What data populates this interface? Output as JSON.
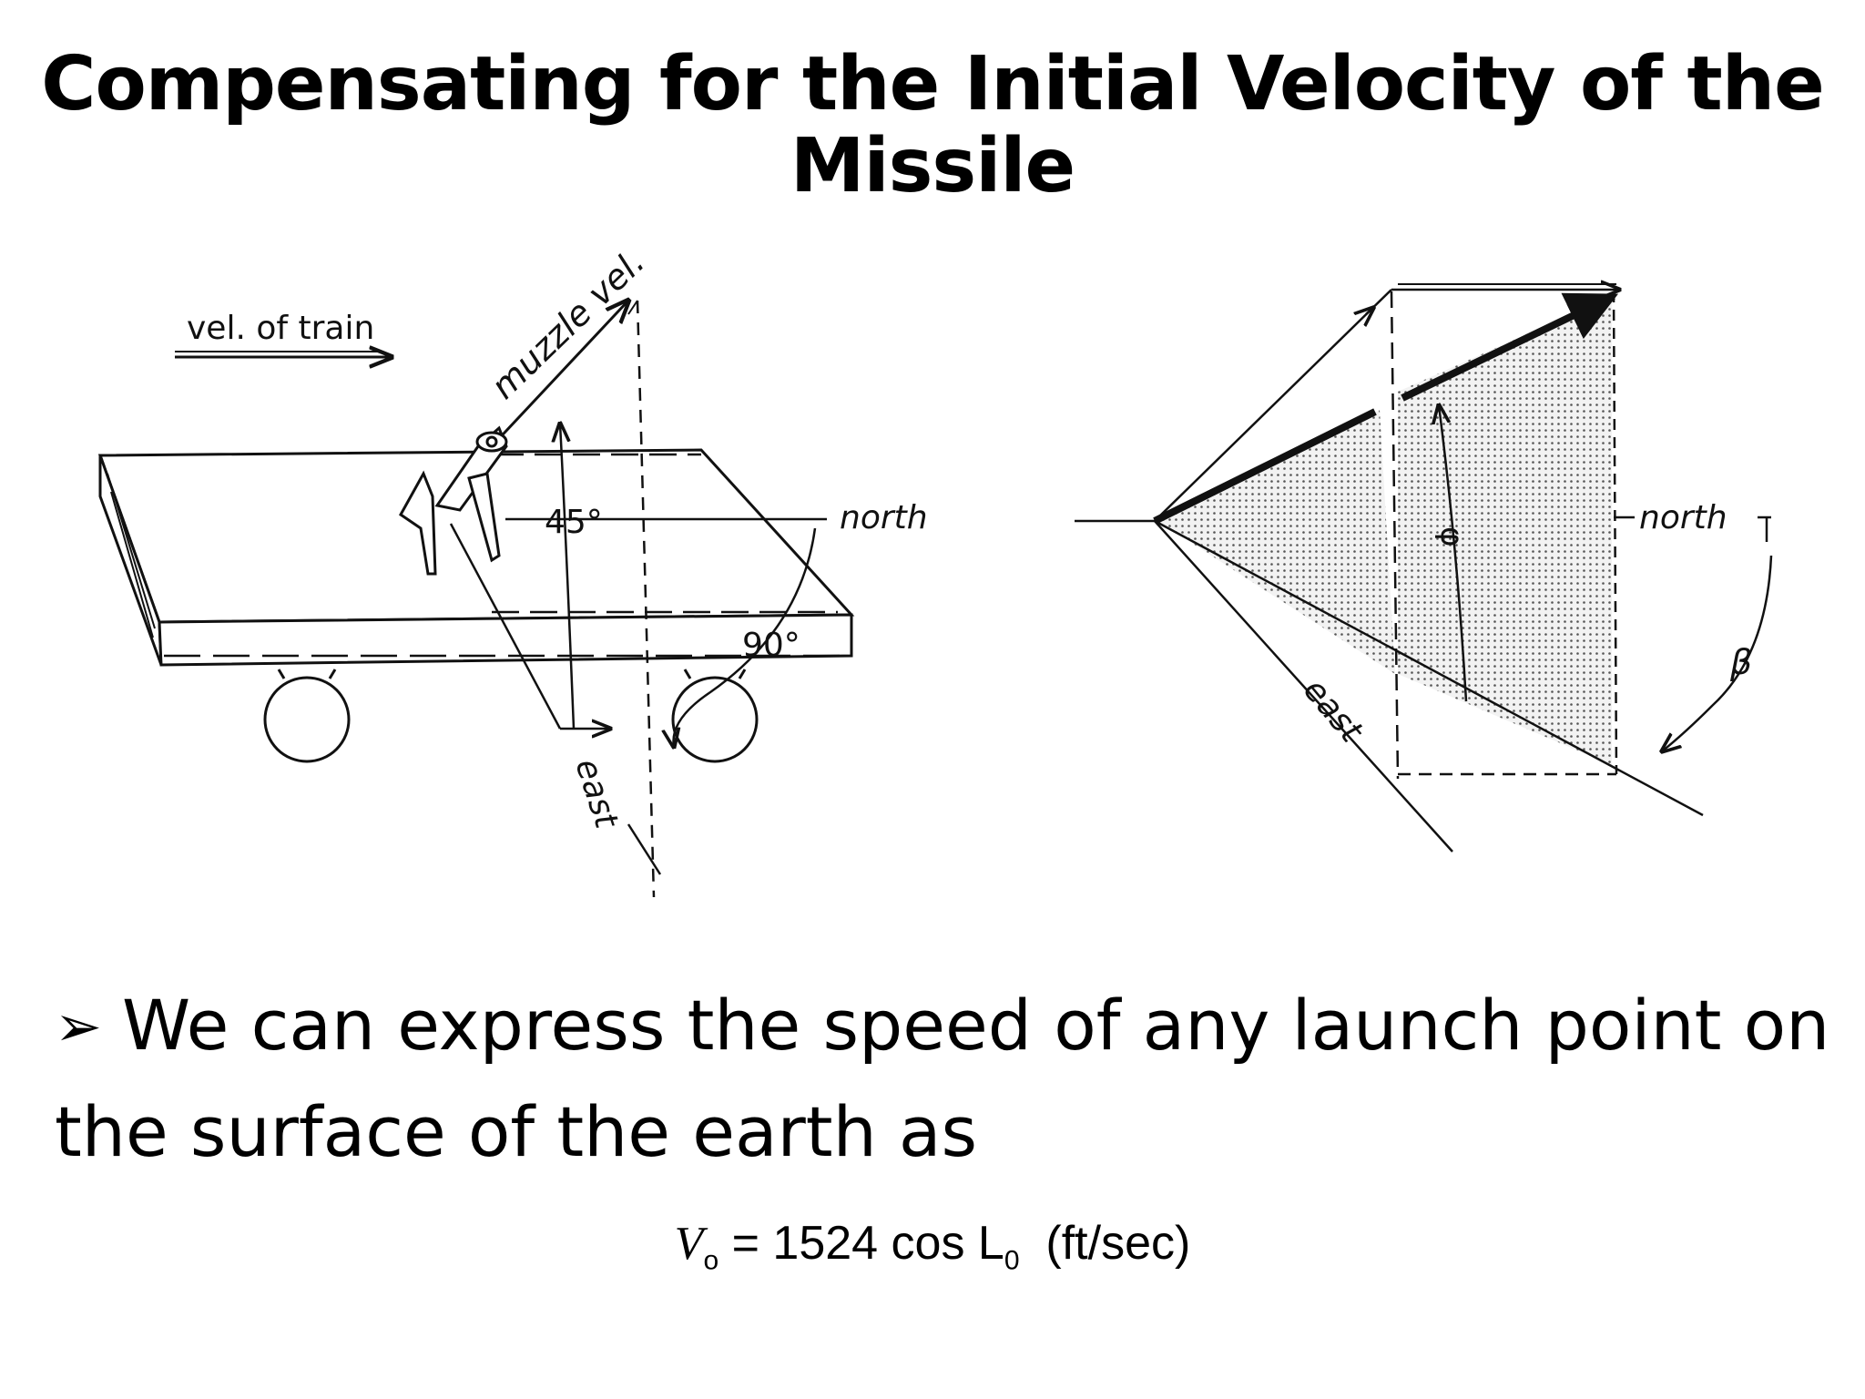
{
  "title": "Compensating for the Initial Velocity of the Missile",
  "left_diagram": {
    "train_velocity_label": "vel. of train",
    "muzzle_velocity_label": "muzzle vel.",
    "elevation_angle_label": "45°",
    "azimuth_angle_label": "90°",
    "north_label": "north",
    "east_label": "east"
  },
  "right_diagram": {
    "north_label": "north",
    "east_label": "east",
    "phi_label": "φ",
    "beta_label": "β"
  },
  "bullet": {
    "marker": "➢",
    "text": "We can express the speed of any launch point on the surface of the earth as"
  },
  "formula": {
    "variable": "V",
    "variable_subscript": "o",
    "expression": "= 1524 cos L",
    "expression_subscript": "0",
    "units": "(ft/sec)"
  }
}
